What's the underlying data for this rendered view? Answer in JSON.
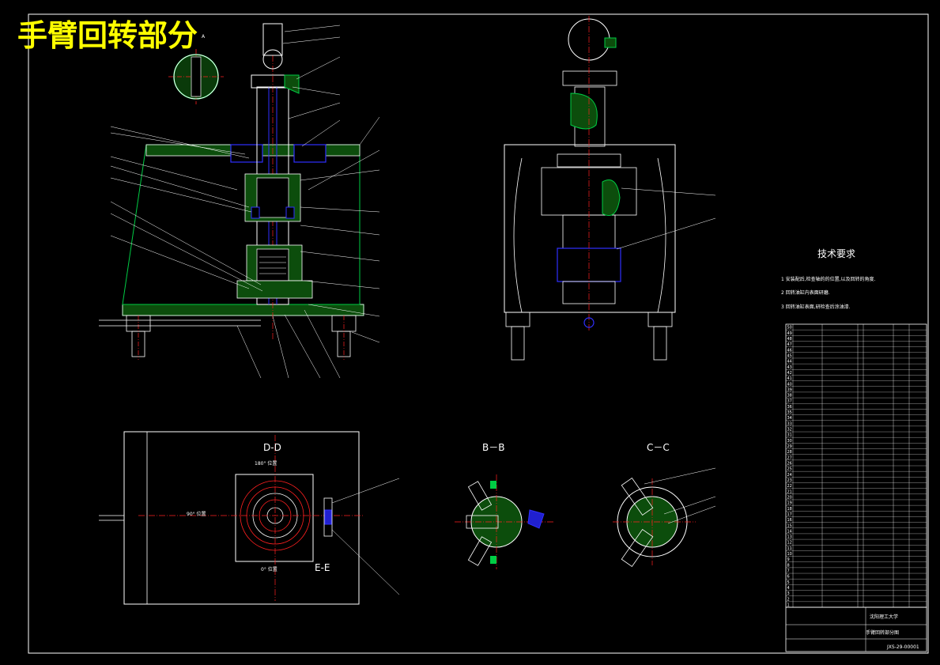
{
  "title": "手臂回转部分",
  "section_labels": {
    "top_view": "A",
    "dd": "D-D",
    "bb": "B－B",
    "cc": "C－C",
    "ee": "E-E"
  },
  "positions": {
    "deg180": "180° 位置",
    "deg90": "90° 位置",
    "deg0": "0° 位置"
  },
  "tech_requirements": {
    "heading": "技术要求",
    "items": [
      "1  安装配后,检查轴的的位置,以及回转的角度.",
      "2  回转油缸内表面研磨.",
      "3  回转油缸表面,研检查后涂油漆."
    ]
  },
  "title_block": {
    "school": "沈阳理工大学",
    "drawing_name": "手臂回转部分图",
    "drawing_no": "JXS-29-00001"
  },
  "part_numbers_left": [
    "1",
    "2",
    "3",
    "4",
    "5",
    "6",
    "7",
    "8",
    "9",
    "10",
    "11",
    "12",
    "13",
    "14",
    "15",
    "16",
    "17",
    "18",
    "19",
    "20",
    "21",
    "22",
    "23",
    "24",
    "25",
    "26",
    "27",
    "28",
    "29",
    "30",
    "31",
    "32",
    "33",
    "34",
    "35",
    "36",
    "37",
    "38",
    "39",
    "40",
    "41",
    "42",
    "43",
    "44",
    "45",
    "46",
    "47",
    "48",
    "49",
    "50"
  ],
  "colors": {
    "outline": "#ffffff",
    "hatch": "#00cc44",
    "centerline": "#ff2020",
    "hidden": "#3030ff",
    "accent": "#00ffff",
    "title": "#ffff00"
  }
}
